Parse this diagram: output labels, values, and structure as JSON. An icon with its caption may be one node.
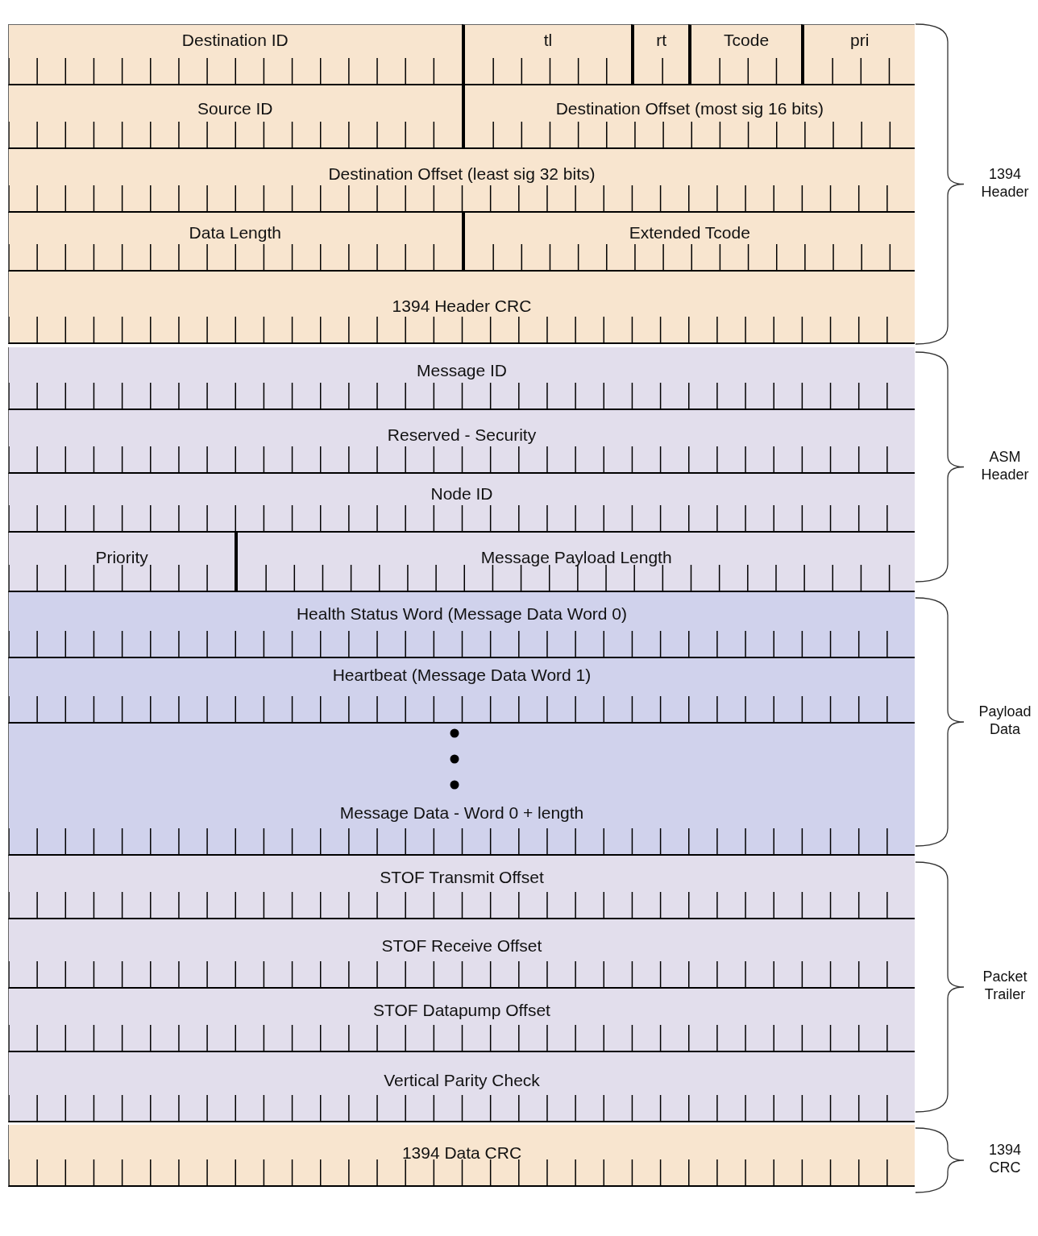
{
  "diagram": {
    "nodes": [
      {
        "text": [
          "Destination ID"
        ]
      },
      {
        "text": [
          "tl"
        ]
      },
      {
        "text": [
          "rt"
        ]
      },
      {
        "text": [
          "Tcode"
        ]
      },
      {
        "text": [
          "pri"
        ]
      },
      {
        "text": [
          "Source ID"
        ]
      },
      {
        "text": [
          "Destination Offset (most sig 16 bits)"
        ]
      },
      {
        "text": [
          "Destination Offset (least sig 32 bits)"
        ]
      },
      {
        "text": [
          "Data Length"
        ]
      },
      {
        "text": [
          "Extended Tcode"
        ]
      },
      {
        "text": [
          "1394 Header CRC"
        ]
      },
      {
        "text": [
          "Message ID"
        ]
      },
      {
        "text": [
          "Reserved - Security"
        ]
      },
      {
        "text": [
          "Node ID"
        ]
      },
      {
        "text": [
          "Priority"
        ]
      },
      {
        "text": [
          "Message Payload Length"
        ]
      },
      {
        "text": [
          "Health Status Word (Message Data Word 0)"
        ]
      },
      {
        "text": [
          "Heartbeat (Message Data Word 1)"
        ]
      },
      {
        "text": [
          "Message Data - Word 0 + length"
        ]
      },
      {
        "text": [
          "STOF Transmit Offset"
        ]
      },
      {
        "text": [
          "STOF Receive Offset"
        ]
      },
      {
        "text": [
          "STOF Datapump Offset"
        ]
      },
      {
        "text": [
          "Vertical Parity Check"
        ]
      },
      {
        "text": [
          "1394 Data CRC"
        ]
      }
    ],
    "labels": [
      "1394 Header",
      "ASM Header",
      "Payload Data",
      "Packet Trailer",
      "1394 CRC"
    ]
  }
}
